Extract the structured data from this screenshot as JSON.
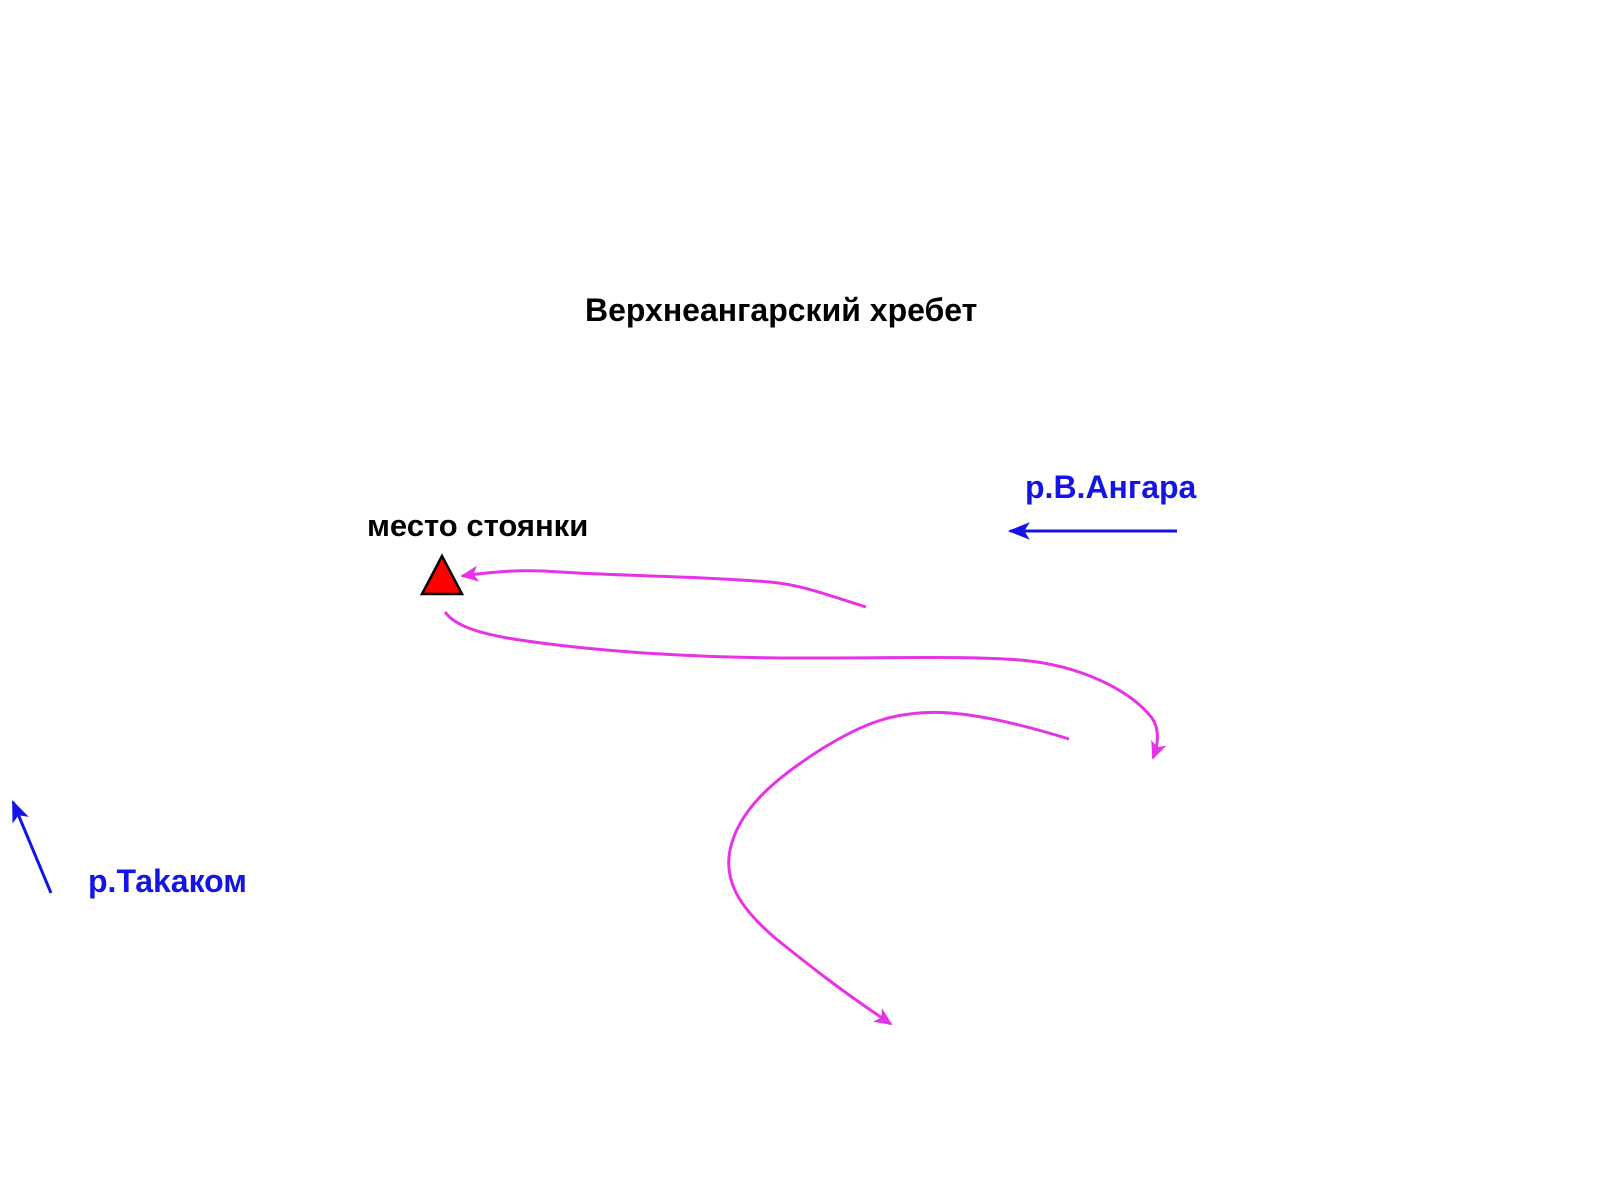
{
  "labels": {
    "ridge": "Верхнеангарский хребет",
    "camp": "место стоянки",
    "river_angara": "р.В.Ангара",
    "river_takakom": "р.Таkаком"
  },
  "colors": {
    "text": "#000000",
    "river": "#1414e6",
    "route": "#e633e6",
    "camp_fill": "#ff0000",
    "camp_stroke": "#000000"
  },
  "icons": {
    "camp": "red-triangle-icon",
    "river_flow": "arrow-icon",
    "route": "curved-arrow-icon"
  }
}
